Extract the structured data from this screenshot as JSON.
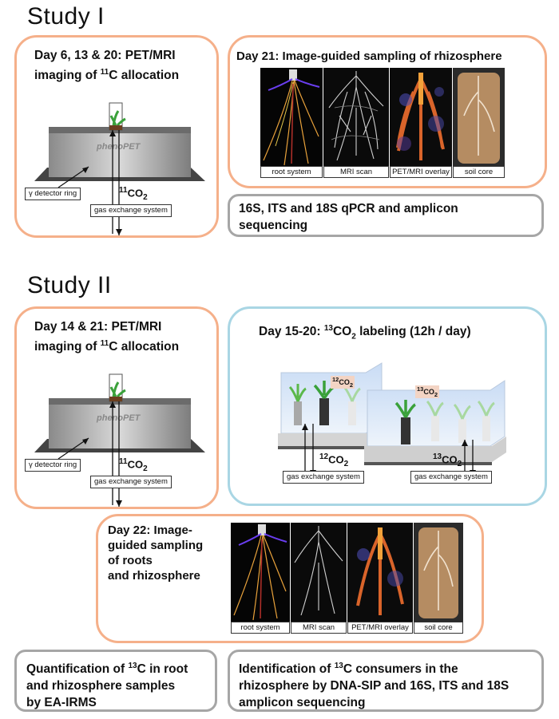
{
  "study1": {
    "title": "Study I",
    "pet_box": {
      "line1": "Day 6, 13 & 20: PET/MRI",
      "line2_pre": "imaging of ",
      "line2_sup": "11",
      "line2_post": "C allocation"
    },
    "device": {
      "brand": "phenoPET",
      "detector_label": "γ detector ring",
      "co2_sup": "11",
      "co2_main": "CO",
      "co2_sub": "2",
      "gas_label": "gas exchange system"
    },
    "sampling_box": {
      "title": "Day 21: Image-guided sampling of rhizosphere",
      "panels": [
        "root system",
        "MRI scan",
        "PET/MRI overlay",
        "soil core"
      ]
    },
    "qpcr_box": {
      "line1": "16S, ITS and 18S qPCR and amplicon",
      "line2": "sequencing"
    }
  },
  "study2": {
    "title": "Study II",
    "pet_box": {
      "line1": "Day 14 & 21: PET/MRI",
      "line2_pre": "imaging of ",
      "line2_sup": "11",
      "line2_post": "C allocation"
    },
    "device": {
      "brand": "phenoPET",
      "detector_label": "γ detector ring",
      "co2_sup": "11",
      "co2_main": "CO",
      "co2_sub": "2",
      "gas_label": "gas exchange system"
    },
    "labeling_box": {
      "pre": "Day 15-20: ",
      "sup": "13",
      "main": "CO",
      "sub": "2",
      "post": " labeling (12h / day)",
      "chamber_left": {
        "tag_sup": "12",
        "tag": "CO",
        "tag_sub": "2",
        "flow_sup": "12",
        "flow": "CO",
        "flow_sub": "2",
        "gas_label": "gas exchange system"
      },
      "chamber_right": {
        "tag_sup": "13",
        "tag": "CO",
        "tag_sub": "2",
        "flow_sup": "13",
        "flow": "CO",
        "flow_sub": "2",
        "gas_label": "gas exchange system"
      }
    },
    "sampling_box": {
      "line1": "Day 22: Image-",
      "line2": "guided sampling",
      "line3": "of roots",
      "line4": "and rhizosphere",
      "panels": [
        "root system",
        "MRI scan",
        "PET/MRI overlay",
        "soil core"
      ]
    },
    "eairms_box": {
      "line1_pre": "Quantification of ",
      "line1_sup": "13",
      "line1_post": "C in root",
      "line2": "and rhizosphere samples",
      "line3": "by EA-IRMS"
    },
    "sip_box": {
      "line1_pre": "Identification of ",
      "line1_sup": "13",
      "line1_post": "C consumers in the",
      "line2": "rhizosphere by DNA-SIP and 16S, ITS and 18S",
      "line3": "amplicon sequencing"
    }
  }
}
